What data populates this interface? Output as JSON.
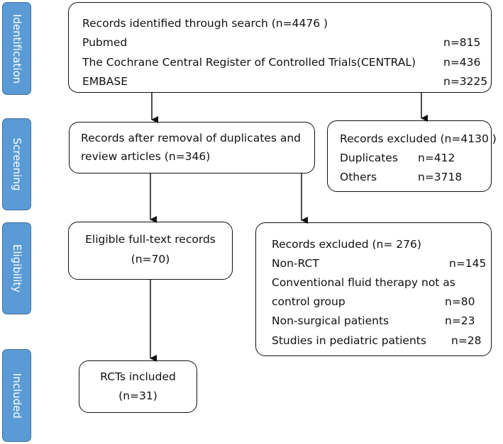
{
  "stages": {
    "identification": "Identification",
    "screening": "Screening",
    "eligibility": "Eligibility",
    "included": "Included"
  },
  "identification_box": {
    "title": "Records identified through search (n=4476 )",
    "rows": [
      {
        "label": "Pubmed",
        "count": "n=815"
      },
      {
        "label": "The Cochrane Central Register of Controlled Trials(CENTRAL)",
        "count": "n=436"
      },
      {
        "label": "EMBASE",
        "count": "n=3225"
      }
    ]
  },
  "screening_box": {
    "line1": "Records after removal of duplicates and",
    "line2": "review articles (n=346)"
  },
  "excluded_screening": {
    "title": "Records excluded (n=4130 )",
    "rows": [
      {
        "label": "Duplicates",
        "count": "n=412"
      },
      {
        "label": "Others",
        "count": "n=3718"
      }
    ]
  },
  "eligibility_box": {
    "line1": "Eligible full-text records",
    "line2": "(n=70)"
  },
  "excluded_eligibility": {
    "title": "Records excluded (n= 276)",
    "rows": [
      {
        "label": "Non-RCT",
        "count": "n=145"
      },
      {
        "label": "Conventional fluid therapy not as",
        "count": ""
      },
      {
        "label": "control group",
        "count": "n=80"
      },
      {
        "label": "Non-surgical patients",
        "count": "n=23"
      },
      {
        "label": "Studies in pediatric patients",
        "count": "n=28"
      }
    ]
  },
  "included_box": {
    "line1": "RCTs included",
    "line2": "(n=31)"
  }
}
